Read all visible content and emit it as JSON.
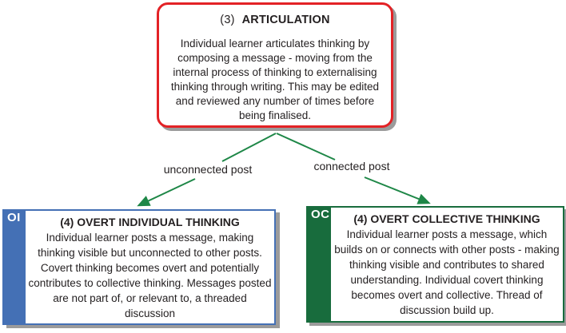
{
  "colors": {
    "articulation_border": "#e32226",
    "individual_blue": "#4470b5",
    "collective_green": "#186c3d",
    "arrow_green": "#1e8747",
    "shadow_gray": "#9b9b9b",
    "text": "#231f20"
  },
  "articulation_box": {
    "number": "(3)",
    "title": "ARTICULATION",
    "body": "Individual learner articulates thinking by composing a message - moving from the internal process of thinking to externalising thinking through writing. This may be edited and reviewed any number of times before being finalised."
  },
  "branches": {
    "left_label": "unconnected post",
    "right_label": "connected post"
  },
  "overt_individual_box": {
    "tag": "OI",
    "title": "(4) OVERT INDIVIDUAL THINKING",
    "body": "Individual learner posts a message, making thinking visible but unconnected to other posts. Covert thinking becomes overt and potentially contributes to collective thinking. Messages posted are not part of, or relevant to, a threaded discussion"
  },
  "overt_collective_box": {
    "tag": "OC",
    "title": "(4) OVERT COLLECTIVE THINKING",
    "body": "Individual learner posts a message, which builds on or connects with other posts - making thinking visible and contributes to shared understanding.  Individual covert thinking becomes overt and collective. Thread of discussion build up."
  }
}
